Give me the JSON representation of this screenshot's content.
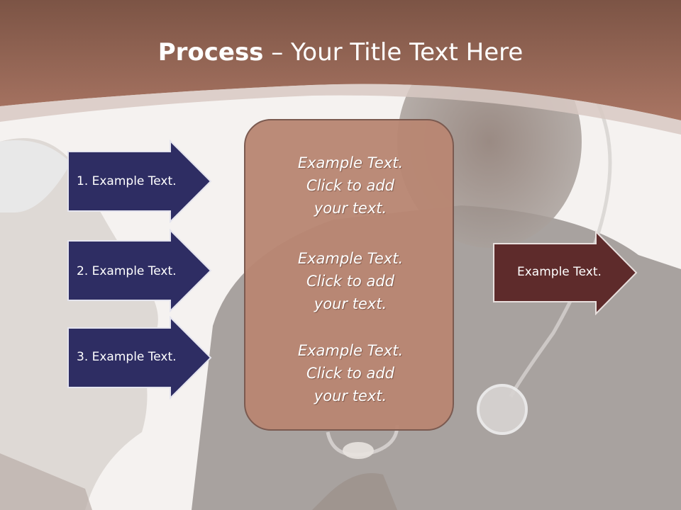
{
  "colors": {
    "header_brown": "#a4705d",
    "left_arrow_fill": "#2e2d63",
    "right_arrow_fill": "#5e2b2b",
    "center_box_fill": "#b88672",
    "text_white": "#ffffff"
  },
  "title": {
    "bold": "Process",
    "rest": " – Your Title Text Here"
  },
  "left_arrows": [
    {
      "label": "1. Example Text."
    },
    {
      "label": "2. Example Text."
    },
    {
      "label": "3. Example Text."
    }
  ],
  "center_box": {
    "paragraphs": [
      {
        "line1": "Example Text.",
        "line2": "Click  to add",
        "line3": "your text."
      },
      {
        "line1": "Example Text.",
        "line2": "Click  to add",
        "line3": "your text."
      },
      {
        "line1": "Example Text.",
        "line2": "Click  to add",
        "line3": "your text."
      }
    ]
  },
  "right_arrow": {
    "label": "Example Text."
  }
}
